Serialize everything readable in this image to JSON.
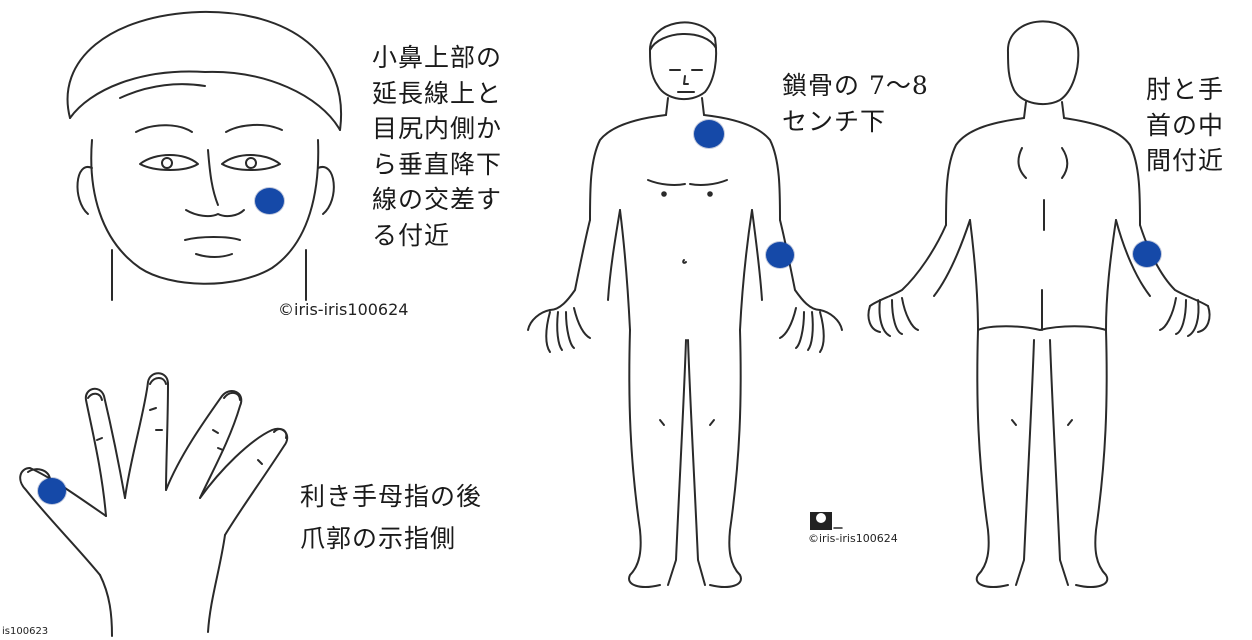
{
  "labels": {
    "face": [
      "小鼻上部の",
      "延長線上と",
      "目尻内側か",
      "ら垂直降下",
      "線の交差す",
      "る付近"
    ],
    "clavicle": [
      "鎖骨の 7〜8",
      "センチ下"
    ],
    "elbow": [
      "肘と手",
      "首の中",
      "間付近"
    ],
    "thumb": [
      "利き手母指の後",
      "爪郭の示指側"
    ]
  },
  "copyrights": {
    "face": "©iris-iris100624",
    "body": "©iris-iris100624",
    "hand": "is100623"
  },
  "colors": {
    "point": "#1549a8",
    "line": "#2a2a2a"
  },
  "icons": {
    "body_logo": "cartoon-logo-icon"
  }
}
